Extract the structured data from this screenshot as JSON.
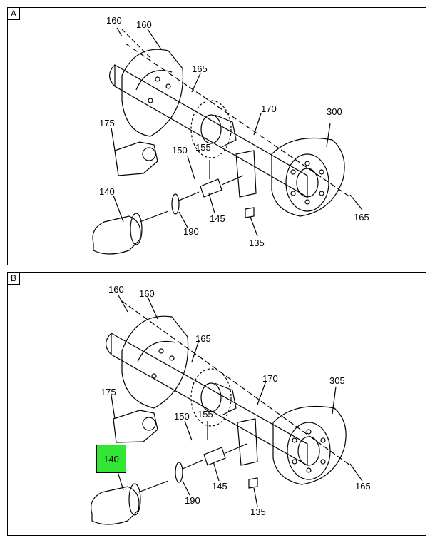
{
  "panels": [
    {
      "tag": "A",
      "labels": {
        "l160a": "160",
        "l160b": "160",
        "l165a": "165",
        "l170": "170",
        "l300": "300",
        "l175": "175",
        "l150": "150",
        "l155": "155",
        "l140": "140",
        "l145": "145",
        "l190": "190",
        "l165b": "165",
        "l135": "135"
      }
    },
    {
      "tag": "B",
      "labels": {
        "l160a": "160",
        "l160b": "160",
        "l165a": "165",
        "l170": "170",
        "l305": "305",
        "l175": "175",
        "l150": "150",
        "l155": "155",
        "l140": "140",
        "l145": "145",
        "l190": "190",
        "l165b": "165",
        "l135": "135"
      },
      "highlighted": "140"
    }
  ],
  "colors": {
    "highlight": "#33e633",
    "line": "#000000"
  }
}
